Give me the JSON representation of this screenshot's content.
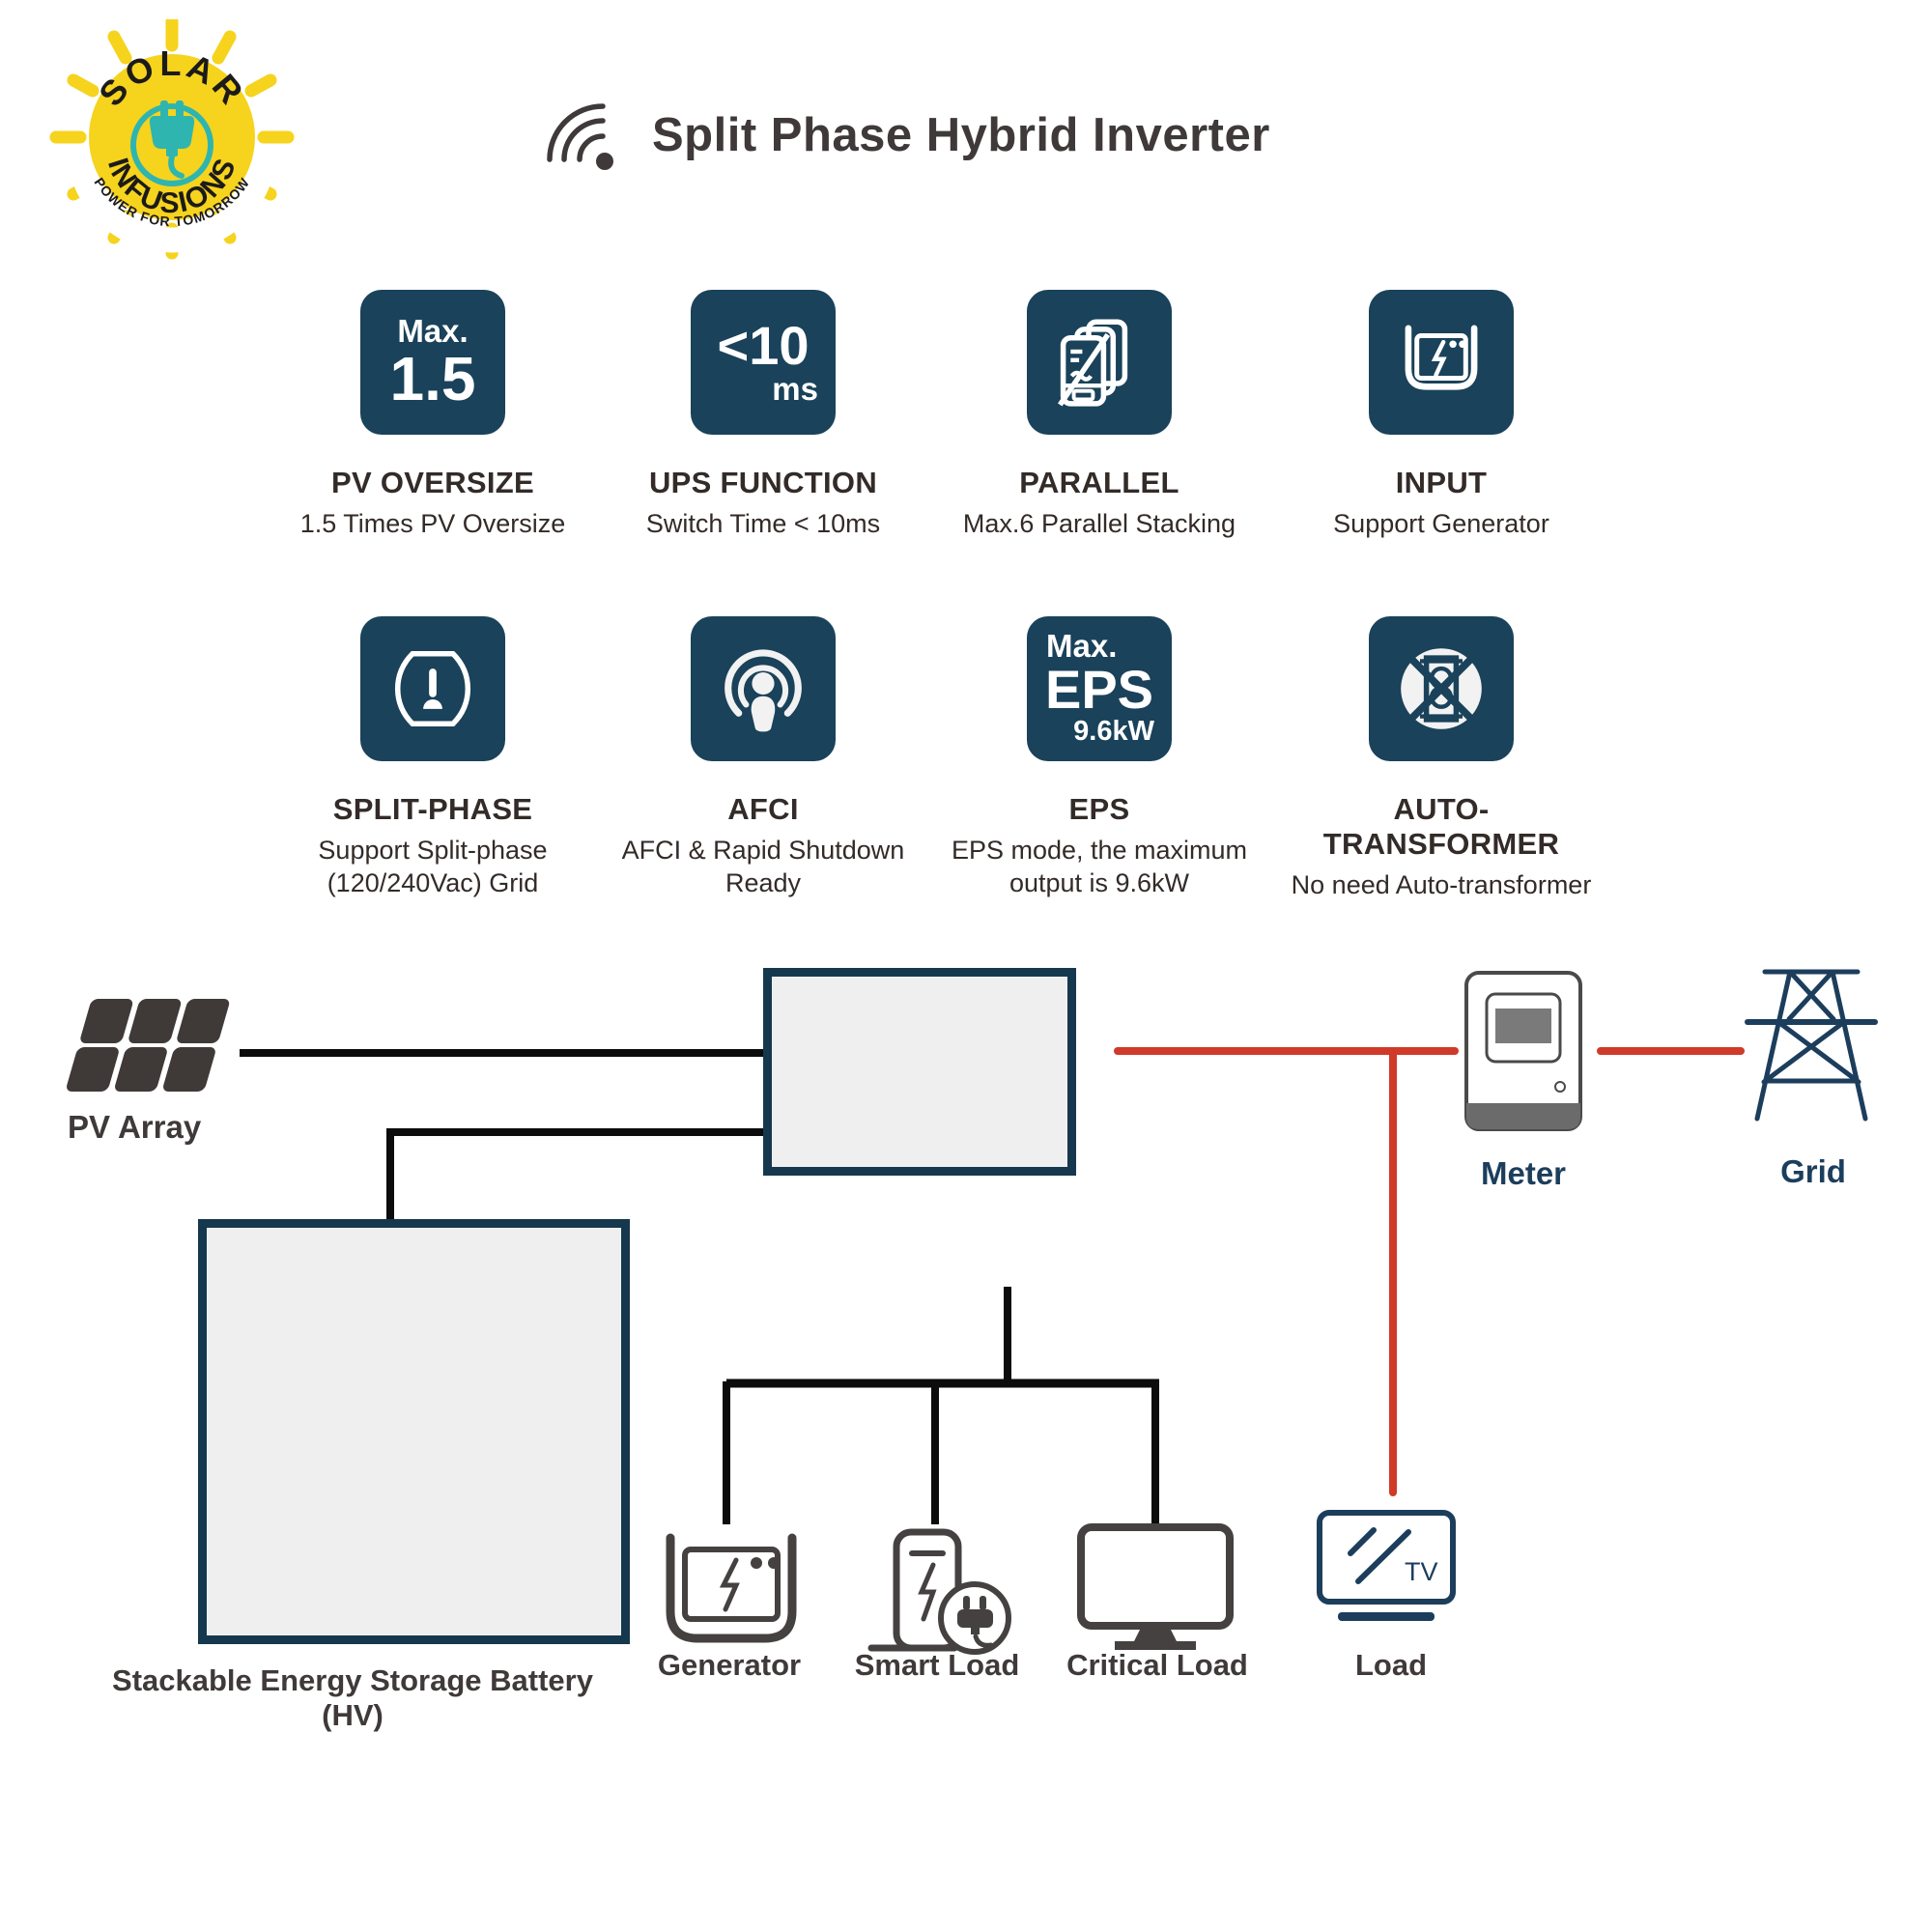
{
  "logo": {
    "arc_top": "SOLAR",
    "arc_bottom": "INFUSIONS",
    "tagline": "POWER FOR TOMORROW"
  },
  "header": {
    "title": "Split Phase Hybrid Inverter"
  },
  "features": [
    {
      "title": "PV OVERSIZE",
      "subtitle": "1.5 Times PV Oversize",
      "badge": {
        "line1": "Max.",
        "line2": "1.5"
      }
    },
    {
      "title": "UPS FUNCTION",
      "subtitle": "Switch Time < 10ms",
      "badge": {
        "line1": "<10",
        "line2": "ms"
      }
    },
    {
      "title": "PARALLEL",
      "subtitle": "Max.6 Parallel Stacking",
      "badge": {
        "icon": "parallel-stack-icon"
      }
    },
    {
      "title": "INPUT",
      "subtitle": "Support Generator",
      "badge": {
        "icon": "generator-icon"
      }
    },
    {
      "title": "SPLIT-PHASE",
      "subtitle": "Support Split-phase\n(120/240Vac) Grid",
      "badge": {
        "icon": "outlet-icon"
      }
    },
    {
      "title": "AFCI",
      "subtitle": "AFCI & Rapid Shutdown Ready",
      "badge": {
        "icon": "broadcast-person-icon"
      }
    },
    {
      "title": "EPS",
      "subtitle": "EPS mode, the maximum\noutput is 9.6kW",
      "badge": {
        "line1": "Max.",
        "line2": "EPS",
        "line3": "9.6kW"
      }
    },
    {
      "title": "AUTO-TRANSFORMER",
      "subtitle": "No need Auto-transformer",
      "badge": {
        "icon": "no-auto-transformer-icon"
      }
    }
  ],
  "diagram": {
    "pv_array": "PV Array",
    "battery": "Stackable Energy Storage Battery (HV)",
    "meter": "Meter",
    "grid": "Grid",
    "generator": "Generator",
    "smart_load": "Smart Load",
    "critical_load": "Critical Load",
    "load": "Load",
    "load_tv_text": "TV"
  },
  "colors": {
    "badge_navy": "#1a425a",
    "box_border_navy": "#15384f",
    "box_fill": "#efefef",
    "line_black": "#0c0c0c",
    "line_red": "#cf3a29",
    "label_dark": "#3a3433",
    "label_navy": "#1c3e5c",
    "icon_gray": "#454140",
    "logo_yellow": "#f6d31d",
    "logo_teal": "#2fb5b0"
  }
}
